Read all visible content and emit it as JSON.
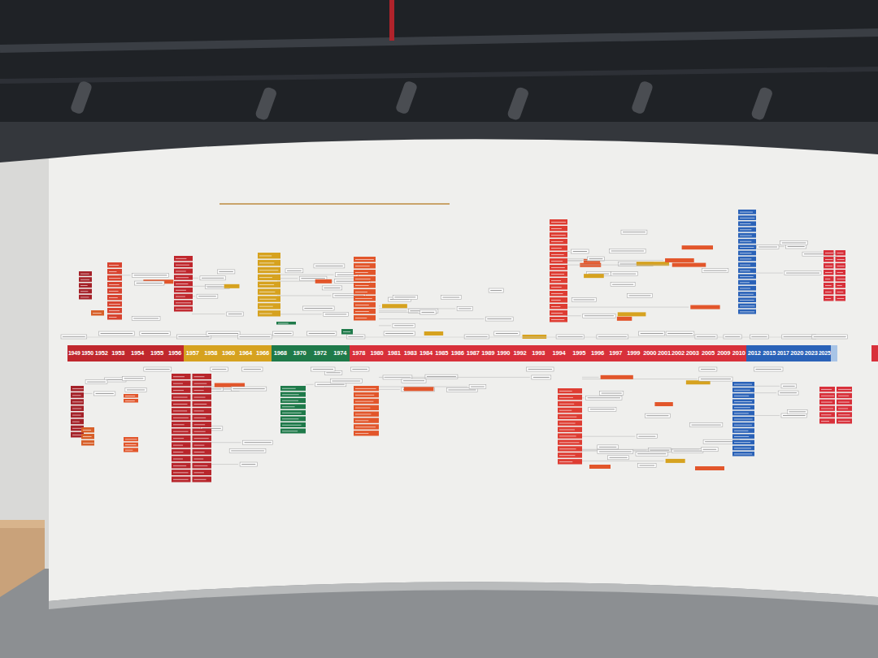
{
  "diagram": {
    "nodes": [
      {
        "text": [
          "1949"
        ]
      },
      {
        "text": [
          "1950"
        ]
      },
      {
        "text": [
          "1952"
        ]
      },
      {
        "text": [
          "1953"
        ]
      },
      {
        "text": [
          "1954"
        ]
      },
      {
        "text": [
          "1955"
        ]
      },
      {
        "text": [
          "1956"
        ]
      },
      {
        "text": [
          "1957"
        ]
      },
      {
        "text": [
          "1958"
        ]
      },
      {
        "text": [
          "1960"
        ]
      },
      {
        "text": [
          "1964"
        ]
      },
      {
        "text": [
          "1966"
        ]
      },
      {
        "text": [
          "1968"
        ]
      },
      {
        "text": [
          "1970"
        ]
      },
      {
        "text": [
          "1972"
        ]
      },
      {
        "text": [
          "1974"
        ]
      },
      {
        "text": [
          "1978"
        ]
      },
      {
        "text": [
          "1980"
        ]
      },
      {
        "text": [
          "1981"
        ]
      },
      {
        "text": [
          "1983"
        ]
      },
      {
        "text": [
          "1984"
        ]
      },
      {
        "text": [
          "1985"
        ]
      },
      {
        "text": [
          "1986"
        ]
      },
      {
        "text": [
          "1987"
        ]
      },
      {
        "text": [
          "1989"
        ]
      },
      {
        "text": [
          "1990"
        ]
      },
      {
        "text": [
          "1992"
        ]
      },
      {
        "text": [
          "1993"
        ]
      },
      {
        "text": [
          "1994"
        ]
      },
      {
        "text": [
          "1995"
        ]
      },
      {
        "text": [
          "1996"
        ]
      },
      {
        "text": [
          "1997"
        ]
      },
      {
        "text": [
          "1999"
        ]
      },
      {
        "text": [
          "2000"
        ]
      },
      {
        "text": [
          "2001"
        ]
      },
      {
        "text": [
          "2002"
        ]
      },
      {
        "text": [
          "2003"
        ]
      },
      {
        "text": [
          "2005"
        ]
      },
      {
        "text": [
          "2009"
        ]
      },
      {
        "text": [
          "2010"
        ]
      },
      {
        "text": [
          "2012"
        ]
      },
      {
        "text": [
          "2015"
        ]
      },
      {
        "text": [
          "2017"
        ]
      },
      {
        "text": [
          "2020"
        ]
      },
      {
        "text": [
          "2023"
        ]
      },
      {
        "text": [
          "2025"
        ]
      }
    ]
  }
}
